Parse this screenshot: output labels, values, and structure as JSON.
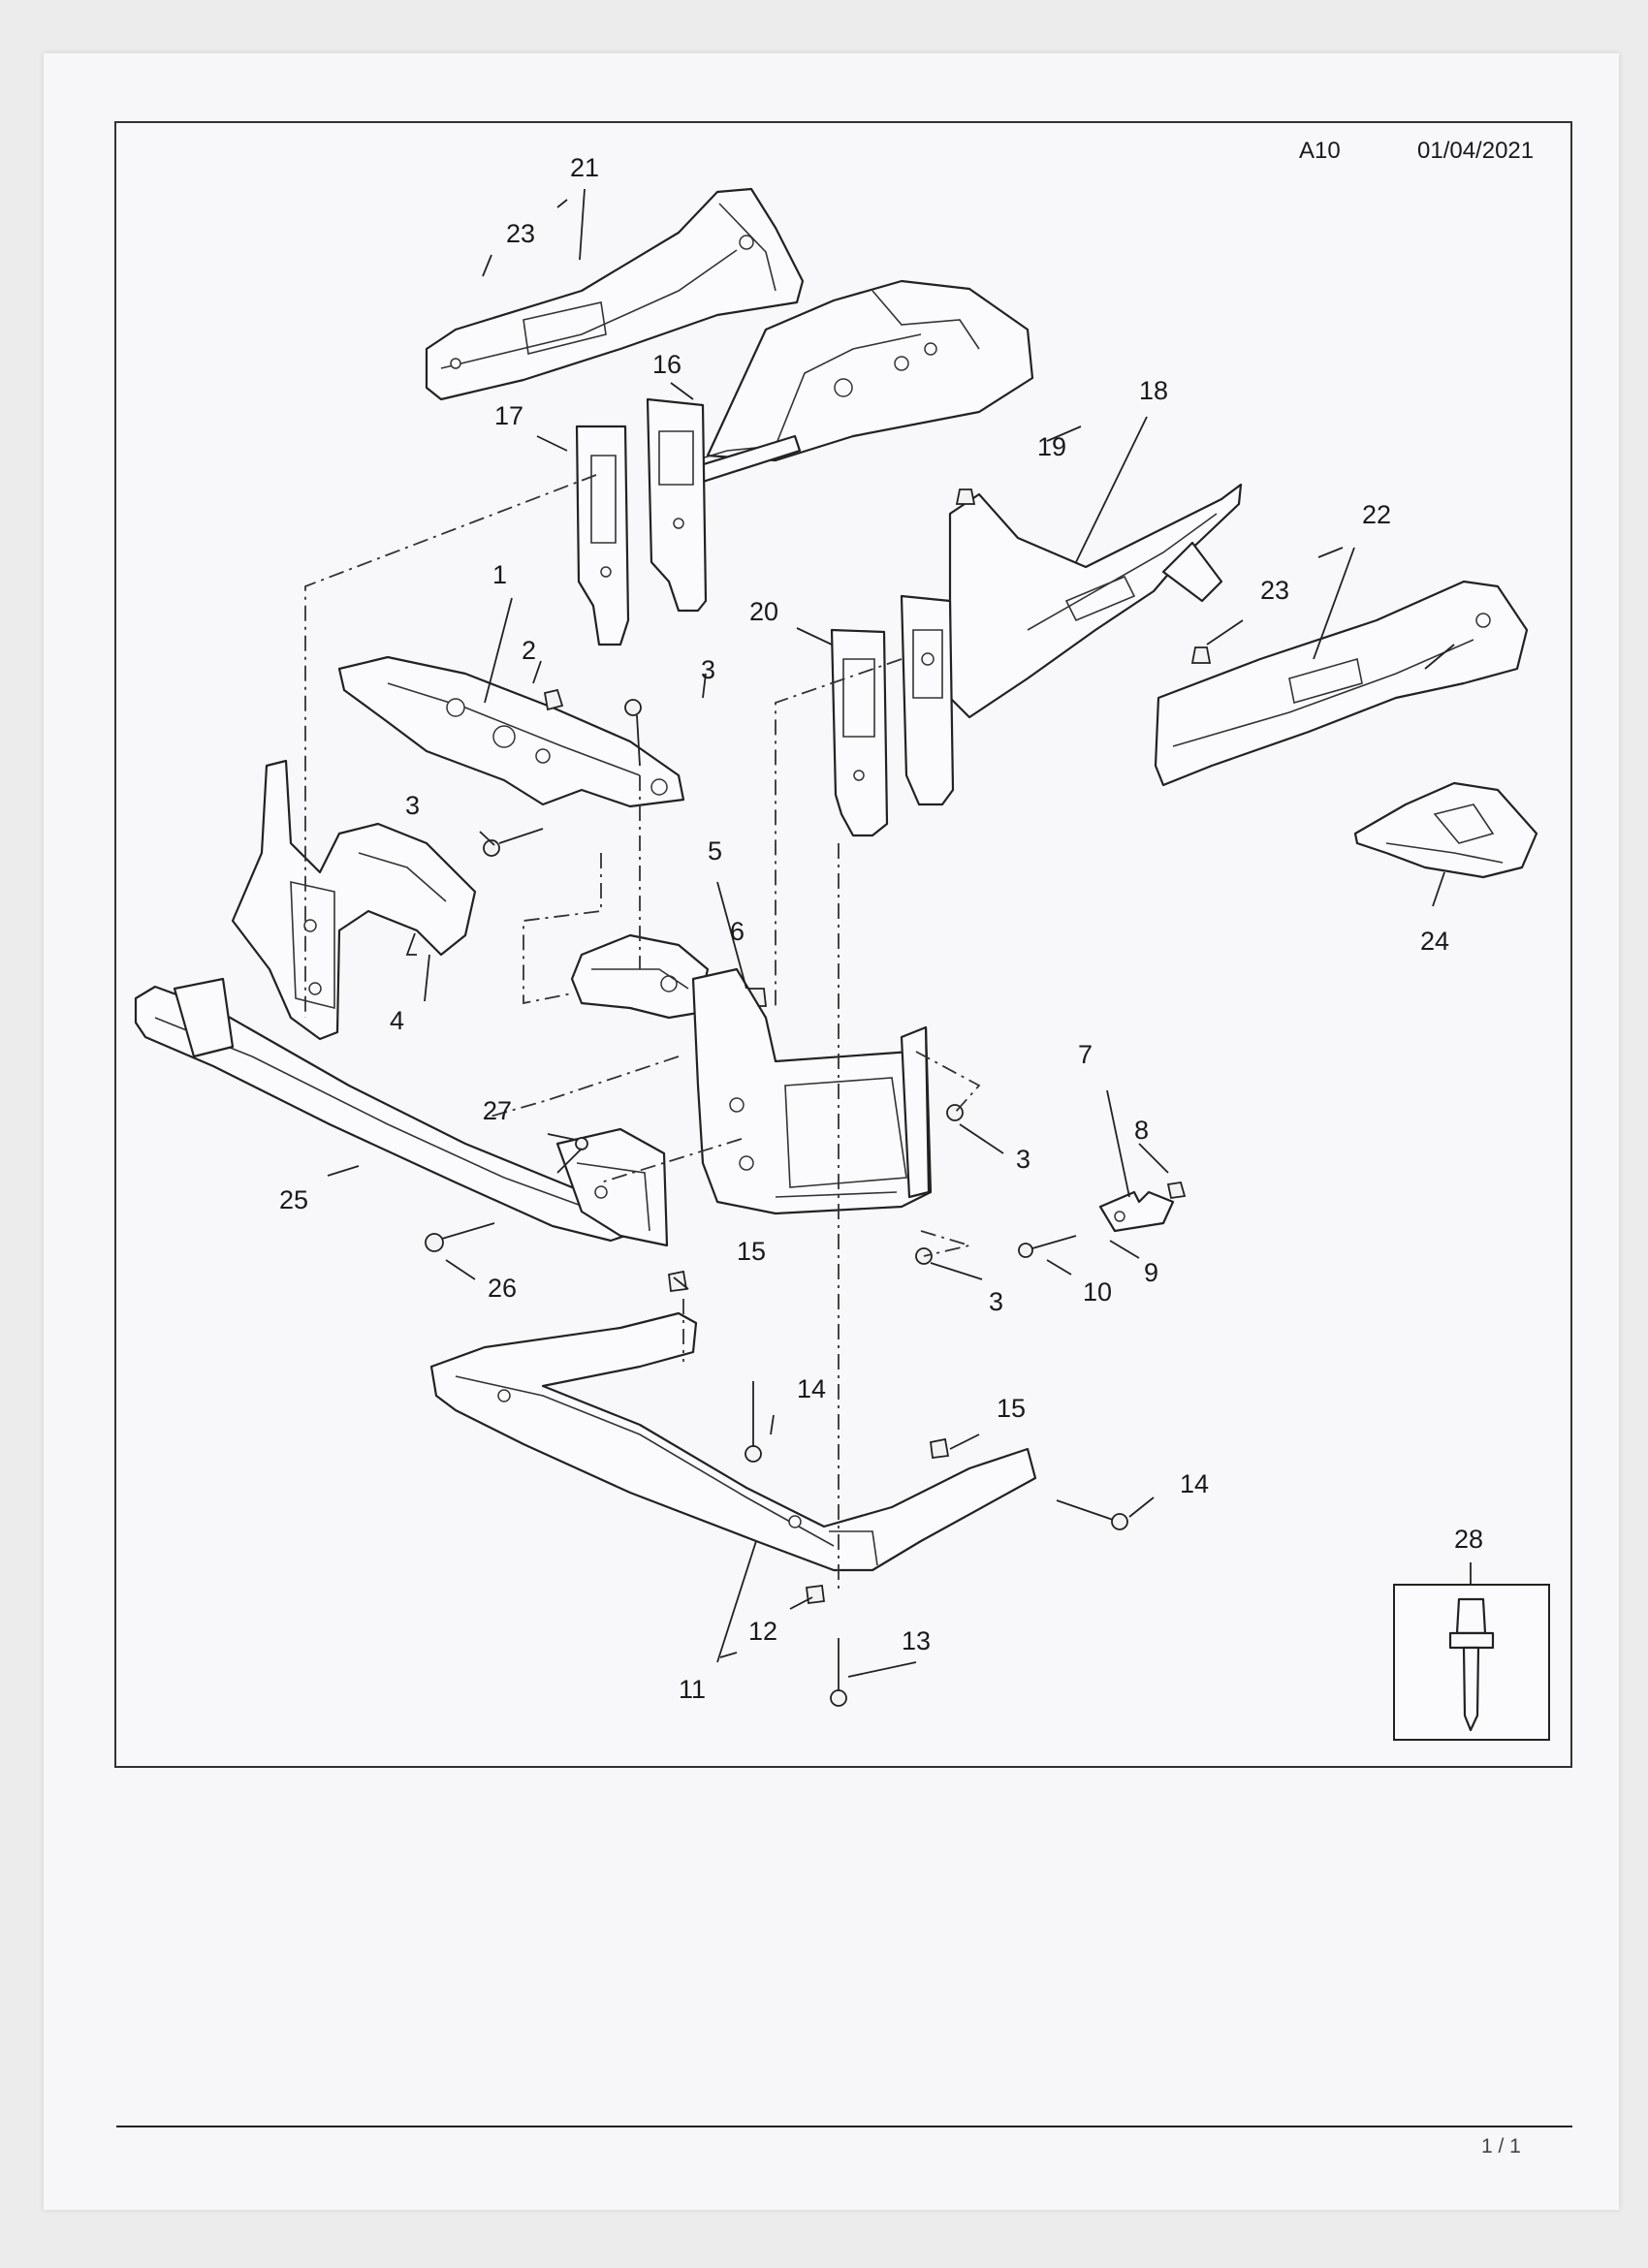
{
  "header": {
    "code": "A10",
    "date": "01/04/2021"
  },
  "callouts": [
    "1",
    "2",
    "3",
    "4",
    "5",
    "6",
    "7",
    "8",
    "9",
    "10",
    "11",
    "12",
    "13",
    "14",
    "15",
    "16",
    "17",
    "18",
    "19",
    "20",
    "21",
    "22",
    "23",
    "24",
    "25",
    "26",
    "27",
    "28"
  ],
  "footer": {
    "page": "1 / 1"
  }
}
